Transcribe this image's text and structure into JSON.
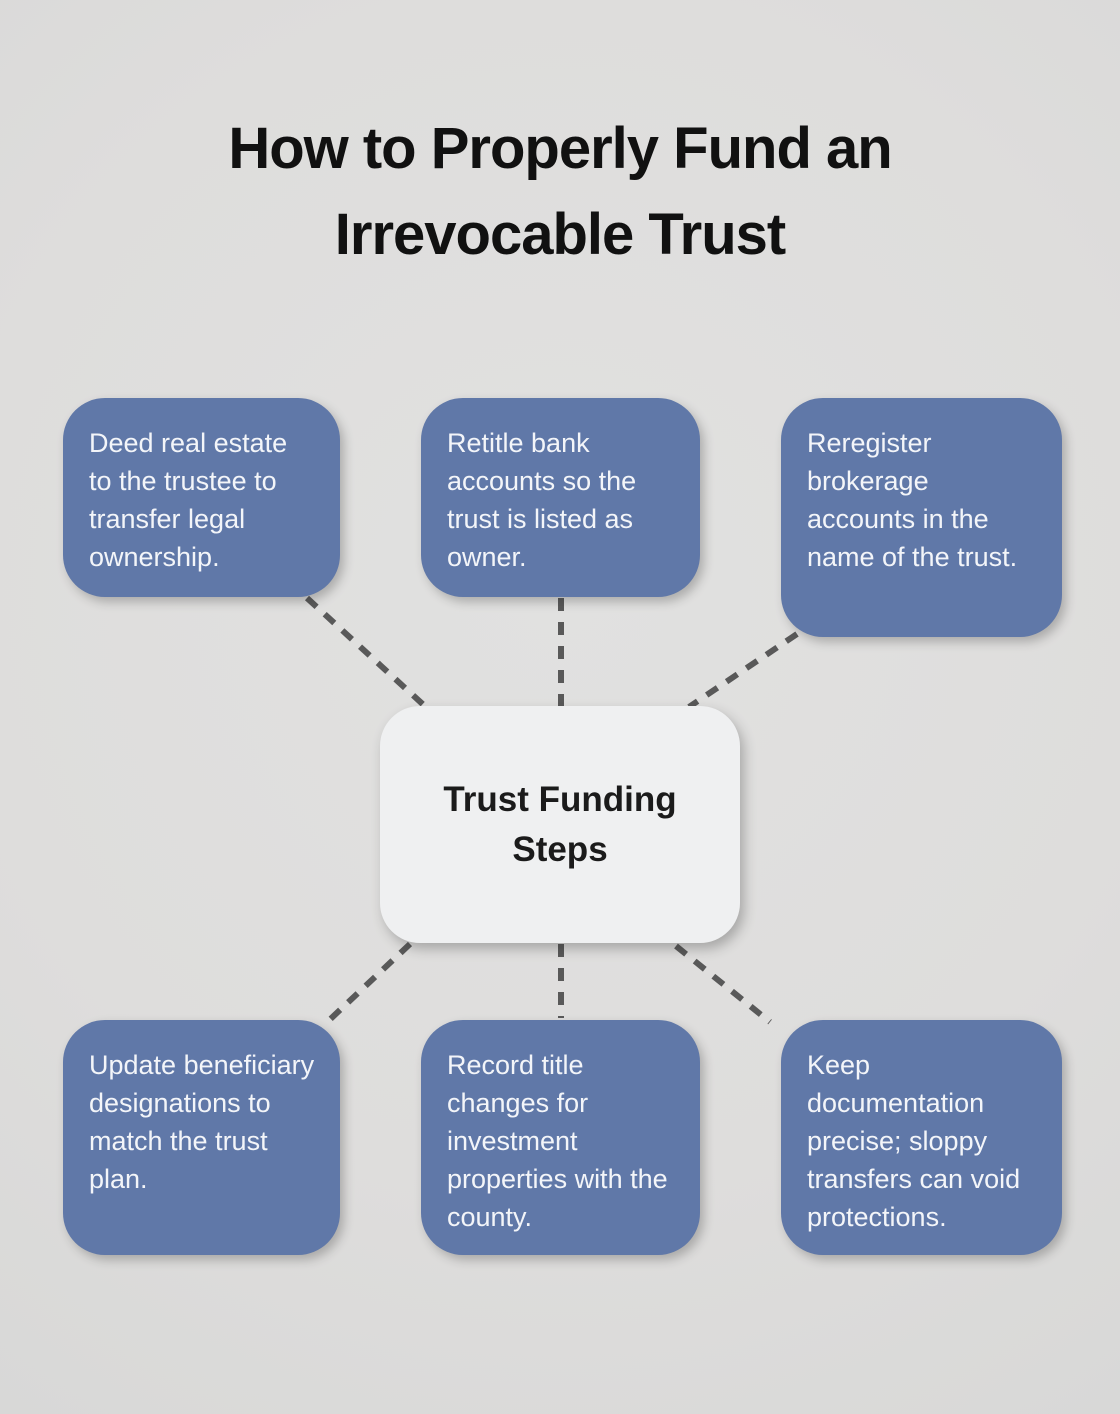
{
  "title": {
    "full": "How to Properly Fund an Irrevocable Trust",
    "line1": "How to Properly Fund an",
    "line2": "Irrevocable Trust"
  },
  "center": {
    "label": "Trust Funding Steps"
  },
  "steps": [
    {
      "position": "top-left",
      "text": "Deed real estate to the trustee to transfer legal ownership."
    },
    {
      "position": "top-middle",
      "text": "Retitle bank accounts so the trust is listed as owner."
    },
    {
      "position": "top-right",
      "text": "Reregister brokerage accounts in the name of the trust."
    },
    {
      "position": "bottom-left",
      "text": "Update beneficiary designations to match the trust plan."
    },
    {
      "position": "bottom-middle",
      "text": "Record title changes for investment properties with the county."
    },
    {
      "position": "bottom-right",
      "text": "Keep documentation precise; sloppy transfers can void protections."
    }
  ],
  "colors": {
    "background": "#dedede",
    "step_box_fill": "#6078a8",
    "step_box_text": "#f3f5f9",
    "center_box_fill": "#eff0f1",
    "center_box_text": "#1b1b1b",
    "connector": "#595959",
    "title_text": "#111111"
  }
}
